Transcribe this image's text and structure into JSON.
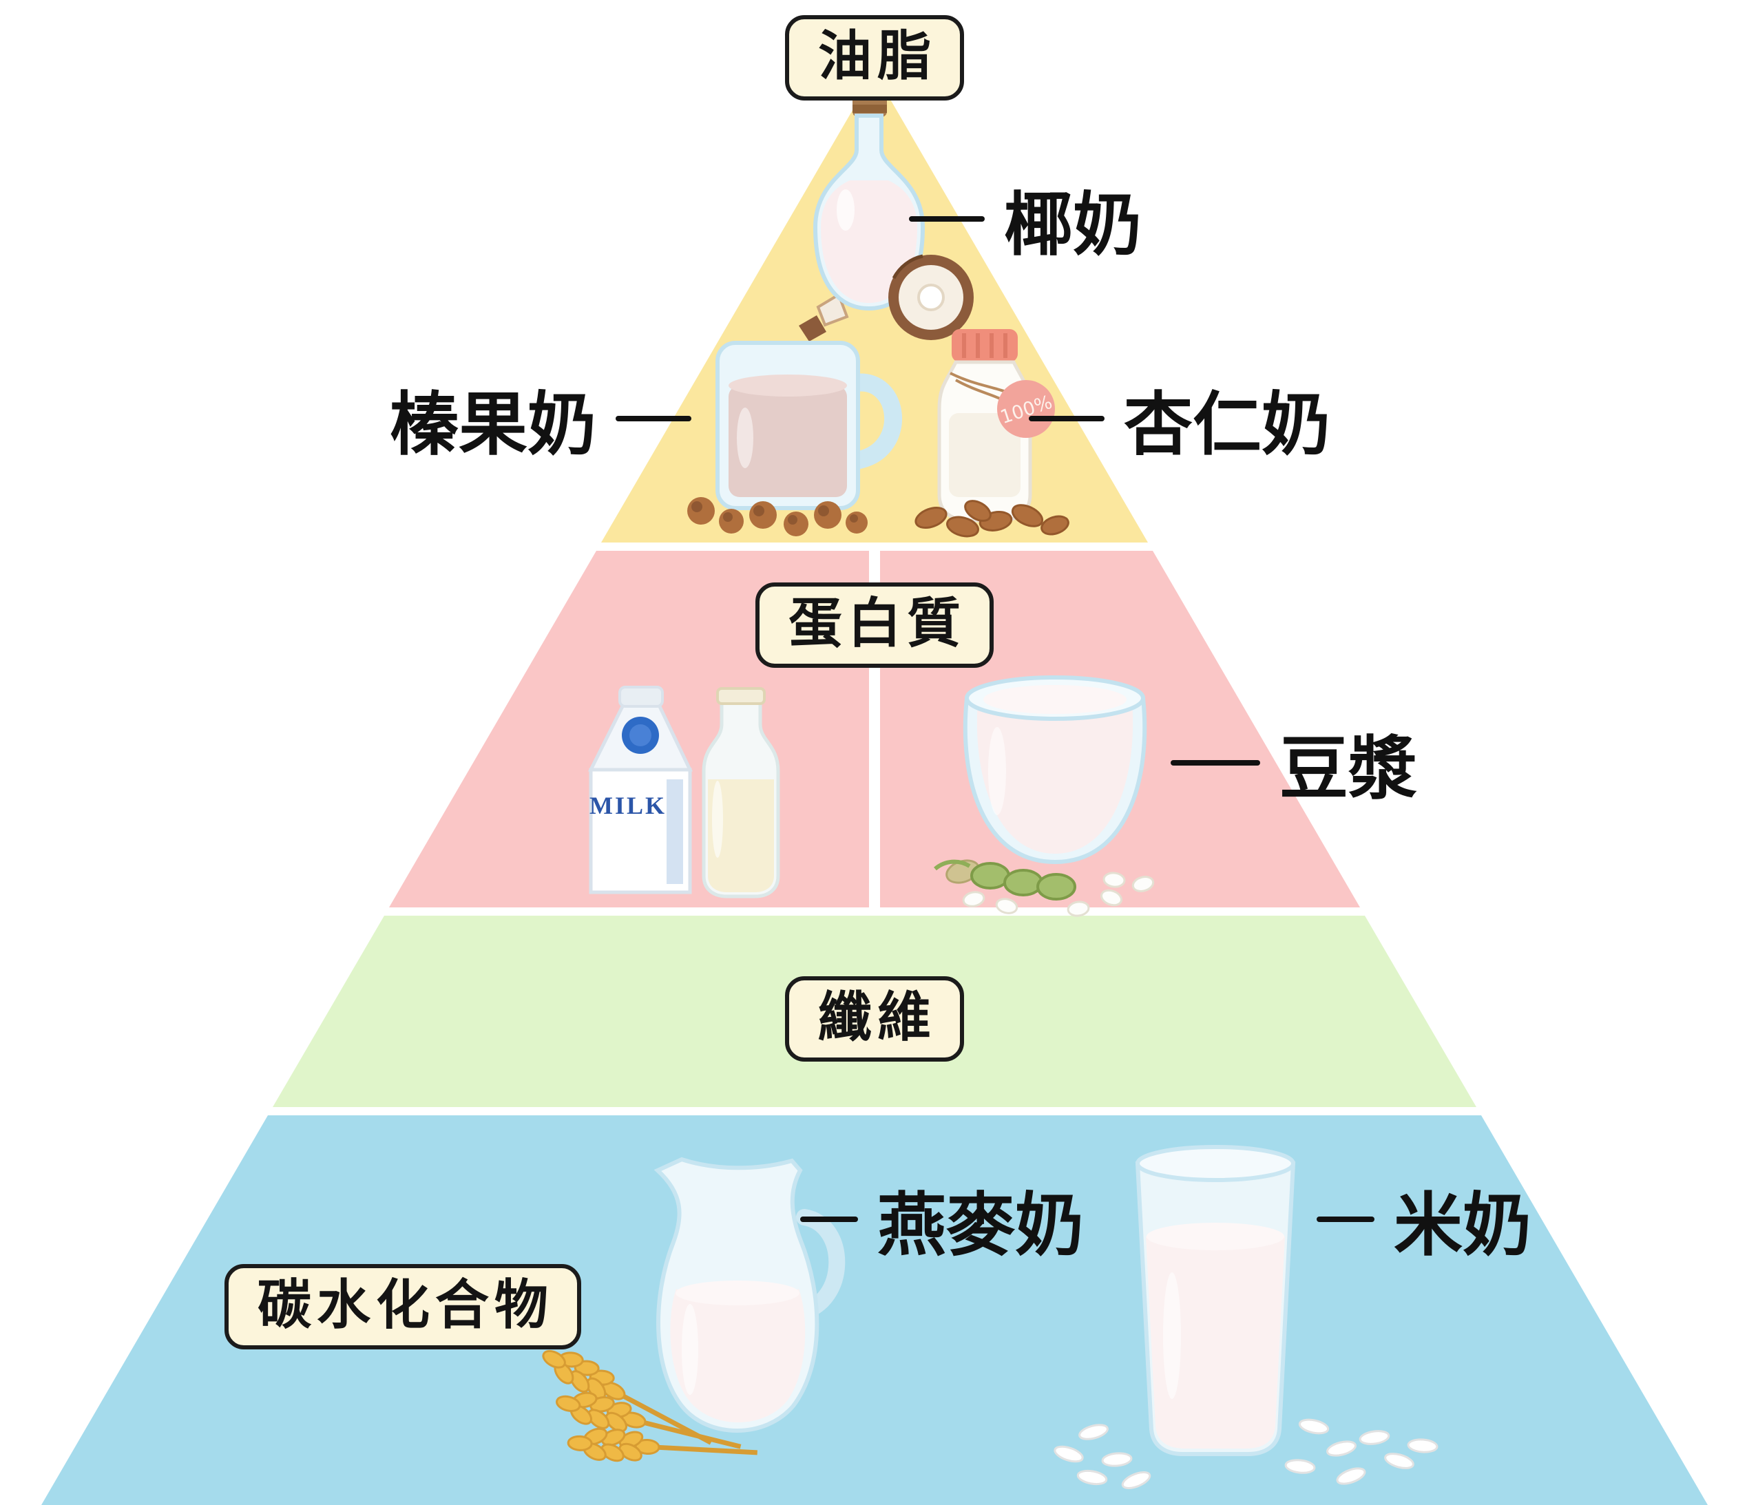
{
  "levels": [
    {
      "id": "fats",
      "label": "油脂",
      "color": "#FBE79E"
    },
    {
      "id": "protein",
      "label": "蛋白質",
      "color": "#FAC6C6"
    },
    {
      "id": "fiber",
      "label": "纖維",
      "color": "#E0F5CA"
    },
    {
      "id": "carbs",
      "label": "碳水化合物",
      "color": "#A5DBEC"
    }
  ],
  "callouts": {
    "coconut": {
      "label": "椰奶"
    },
    "hazelnut": {
      "label": "榛果奶"
    },
    "almond": {
      "label": "杏仁奶"
    },
    "soy": {
      "label": "豆漿"
    },
    "oat": {
      "label": "燕麥奶"
    },
    "rice": {
      "label": "米奶"
    }
  },
  "illustrations": {
    "milk_carton_label": "MILK",
    "almond_tag_label": "100%"
  },
  "style": {
    "label_box_background": "#FCF5DB",
    "label_box_border": "#1B1B1B",
    "callout_text_color": "#111111",
    "connector_color": "#111111",
    "background": "#FFFFFF"
  }
}
